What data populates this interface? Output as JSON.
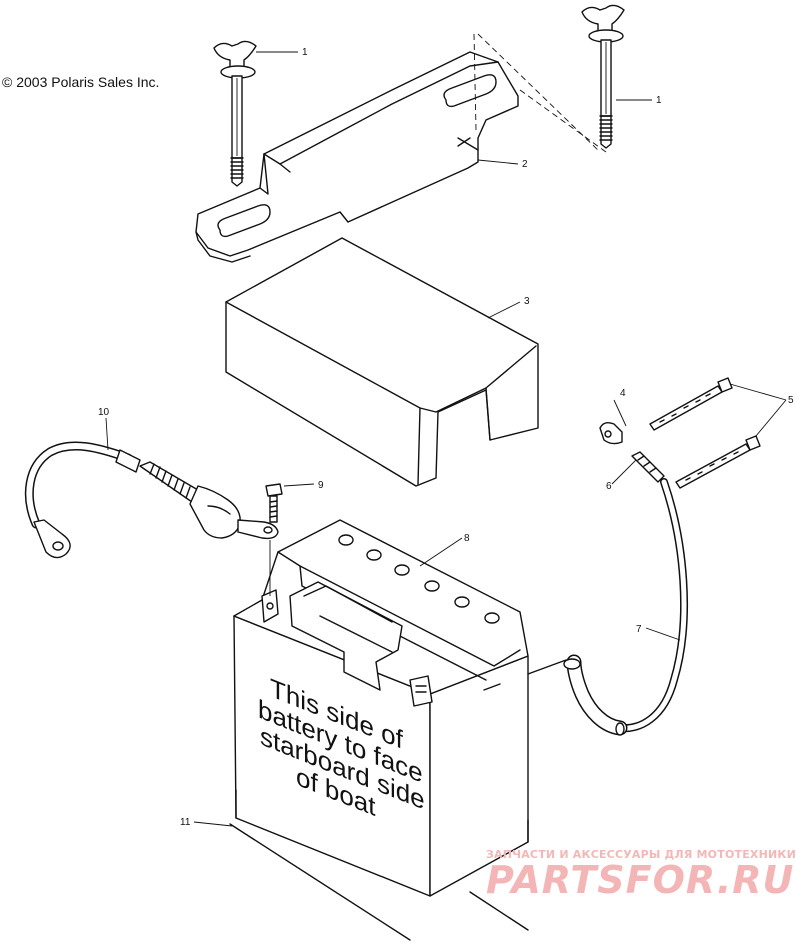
{
  "copyright": "© 2003 Polaris Sales Inc.",
  "callouts": {
    "c1a": "1",
    "c1b": "1",
    "c2": "2",
    "c3": "3",
    "c4": "4",
    "c5": "5",
    "c6": "6",
    "c7": "7",
    "c8": "8",
    "c9": "9",
    "c10": "10",
    "c11": "11"
  },
  "battery_label": {
    "line1": "This side of",
    "line2": "battery to face",
    "line3": "starboard side",
    "line4": "of boat"
  },
  "watermark": {
    "tagline": "ЗАПЧАСТИ И АКСЕССУАРЫ ДЛЯ МОТОТЕХНИКИ",
    "logo": "PARTSFOR.RU"
  }
}
